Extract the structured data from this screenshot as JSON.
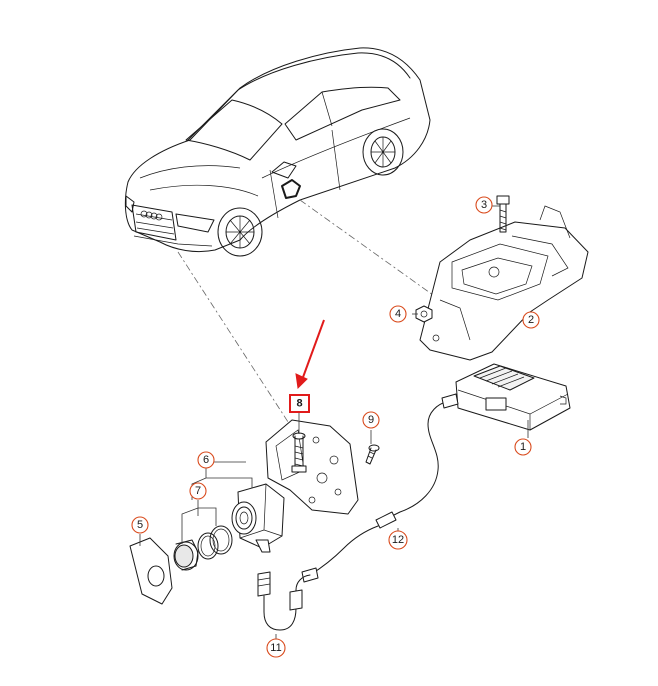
{
  "callouts": [
    {
      "id": "1",
      "label": "1"
    },
    {
      "id": "2",
      "label": "2"
    },
    {
      "id": "3",
      "label": "3"
    },
    {
      "id": "4",
      "label": "4"
    },
    {
      "id": "5",
      "label": "5"
    },
    {
      "id": "6",
      "label": "6"
    },
    {
      "id": "7",
      "label": "7"
    },
    {
      "id": "8",
      "label": "8"
    },
    {
      "id": "9",
      "label": "9"
    },
    {
      "id": "11",
      "label": "11"
    },
    {
      "id": "12",
      "label": "12"
    }
  ],
  "highlight": {
    "part": "8",
    "color": "#e11b1b"
  },
  "colors": {
    "callout_ring": "#d94a1c",
    "line": "#1a1a1a",
    "arrow": "#e11b1b"
  }
}
